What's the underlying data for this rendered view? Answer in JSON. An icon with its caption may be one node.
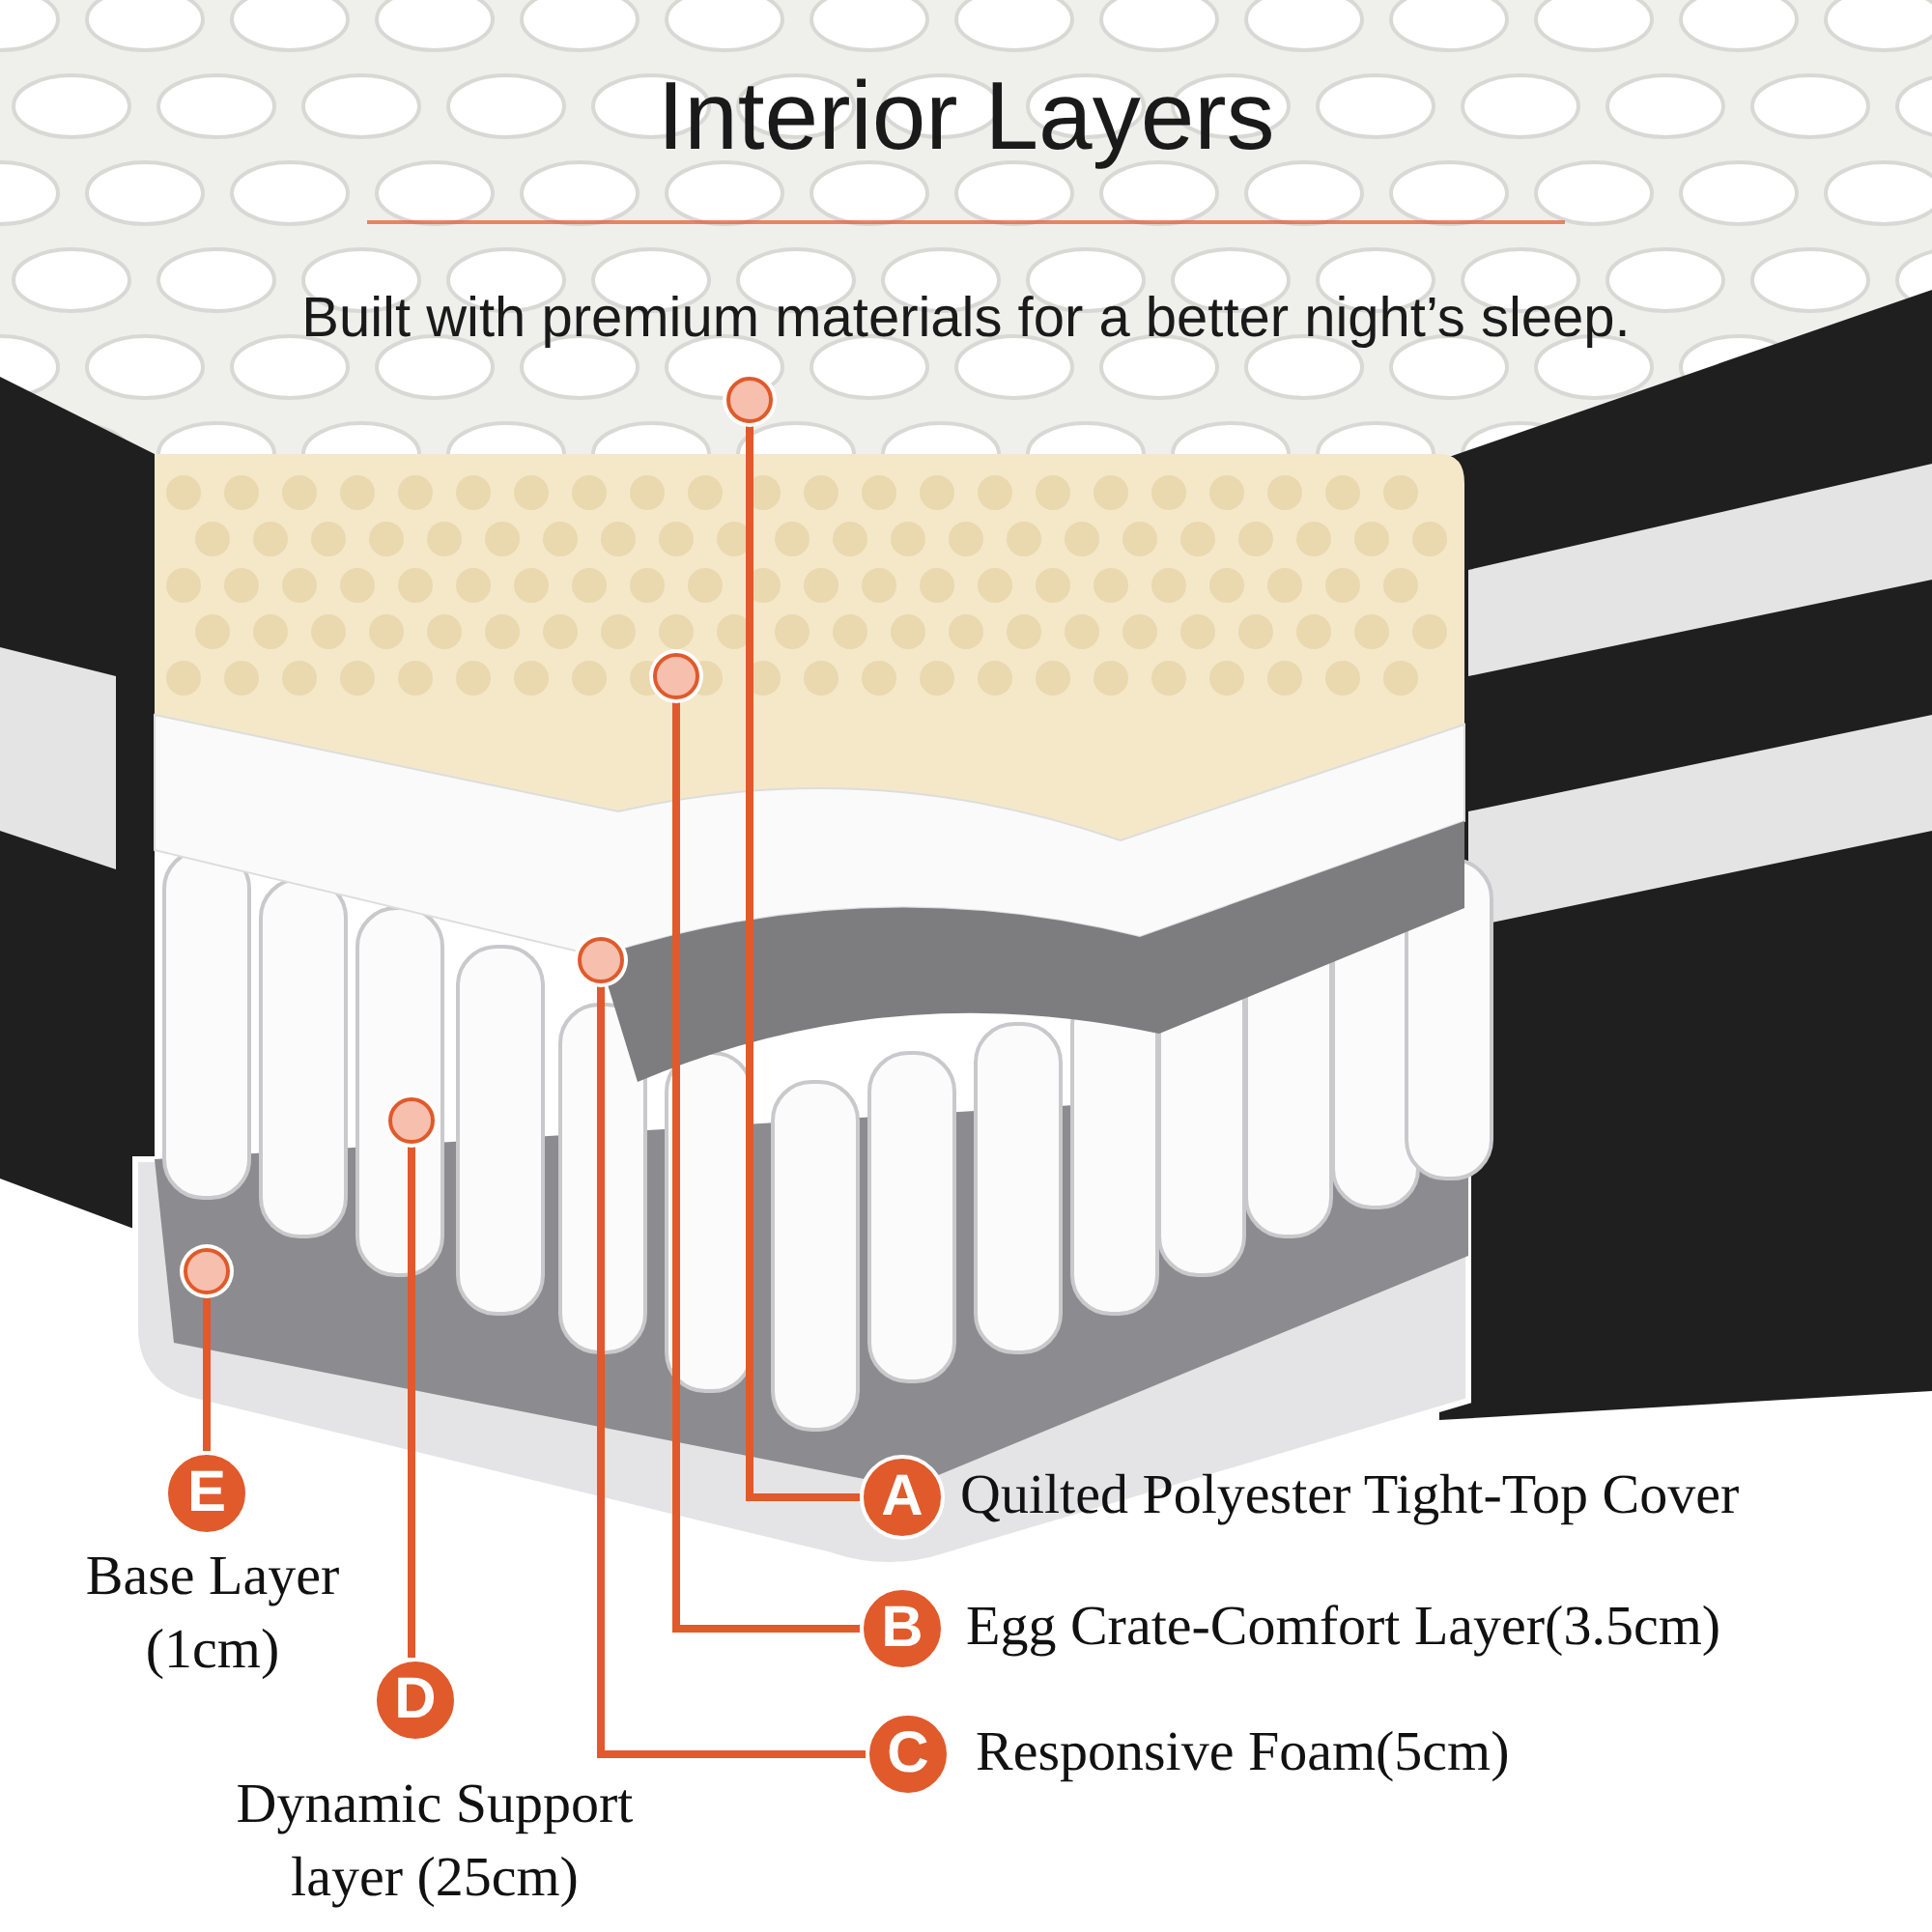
{
  "diagram": {
    "title": "Interior Layers",
    "nodes": [
      {
        "text": [],
        "shape": "circle"
      },
      {
        "text": [],
        "shape": "circle"
      },
      {
        "text": [],
        "shape": "circle"
      },
      {
        "text": [],
        "shape": "circle"
      },
      {
        "text": [],
        "shape": "circle"
      },
      {
        "text": [
          "A"
        ],
        "beside": [
          "Quilted Polyester Tight-Top Cover"
        ]
      },
      {
        "text": [
          "B"
        ],
        "beside": [
          "Egg Crate-Comfort Layer(3.5cm)"
        ]
      },
      {
        "text": [
          "C"
        ],
        "beside": [
          "Responsive Foam(5cm)"
        ]
      },
      {
        "text": [
          "D"
        ],
        "beside": [
          "Dynamic Support layer (25cm)"
        ]
      },
      {
        "text": [
          "E"
        ],
        "beside": [
          "Base Layer (1cm)"
        ]
      }
    ],
    "edges": [
      {
        "from": 0,
        "to": 5,
        "arrow": "none"
      },
      {
        "from": 1,
        "to": 6,
        "arrow": "none"
      },
      {
        "from": 2,
        "to": 7,
        "arrow": "none"
      },
      {
        "from": 3,
        "to": 8,
        "arrow": "none"
      },
      {
        "from": 4,
        "to": 9,
        "arrow": "none"
      }
    ],
    "labels": [
      "Built with premium materials for a better night’s sleep."
    ]
  }
}
